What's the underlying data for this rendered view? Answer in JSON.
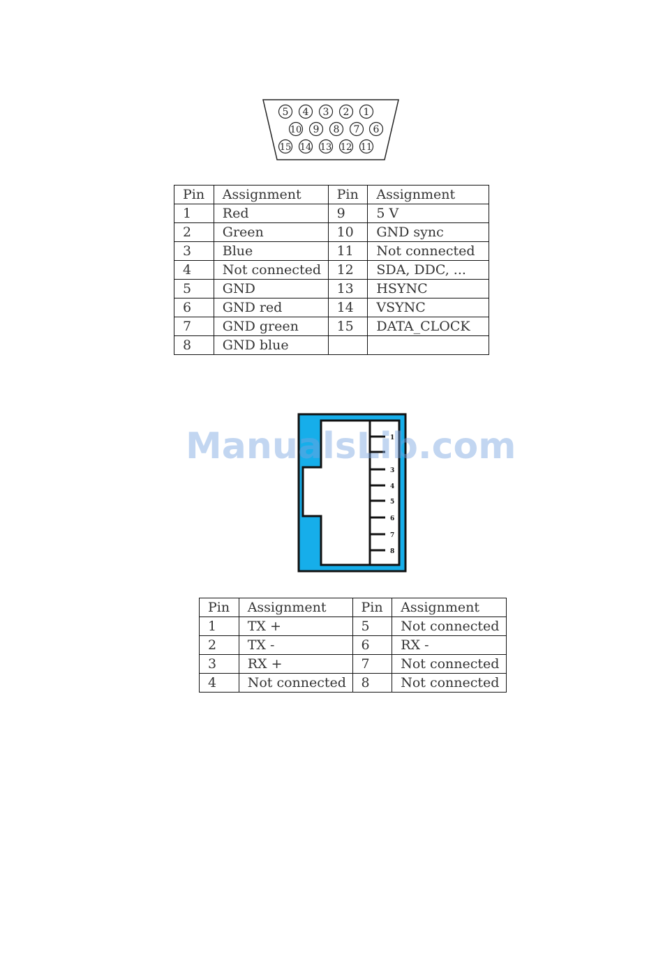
{
  "vga_connector": {
    "rows": [
      [
        "5",
        "4",
        "3",
        "2",
        "1"
      ],
      [
        "10",
        "9",
        "8",
        "7",
        "6"
      ],
      [
        "15",
        "14",
        "13",
        "12",
        "11"
      ]
    ]
  },
  "vga_table": {
    "header": [
      "Pin",
      "Assignment",
      "Pin",
      "Assignment"
    ],
    "rows": [
      [
        "1",
        "Red",
        "9",
        "5 V"
      ],
      [
        "2",
        "Green",
        "10",
        "GND sync"
      ],
      [
        "3",
        "Blue",
        "11",
        "Not connected"
      ],
      [
        "4",
        "Not connected",
        "12",
        "SDA, DDC, ..."
      ],
      [
        "5",
        "GND",
        "13",
        "HSYNC"
      ],
      [
        "6",
        "GND red",
        "14",
        "VSYNC"
      ],
      [
        "7",
        "GND green",
        "15",
        "DATA_CLOCK"
      ],
      [
        "8",
        "GND blue",
        "",
        ""
      ]
    ]
  },
  "rj45_connector": {
    "pin_labels": [
      "1",
      "3",
      "4",
      "5",
      "6",
      "7",
      "8"
    ],
    "body_color": "#16aeea"
  },
  "rj45_table": {
    "header": [
      "Pin",
      "Assignment",
      "Pin",
      "Assignment"
    ],
    "rows": [
      [
        "1",
        "TX +",
        "5",
        "Not connected"
      ],
      [
        "2",
        "TX -",
        "6",
        "RX -"
      ],
      [
        "3",
        "RX +",
        "7",
        "Not connected"
      ],
      [
        "4",
        "Not connected",
        "8",
        "Not connected"
      ]
    ]
  },
  "watermark": {
    "text": "ManualsLib.com"
  }
}
